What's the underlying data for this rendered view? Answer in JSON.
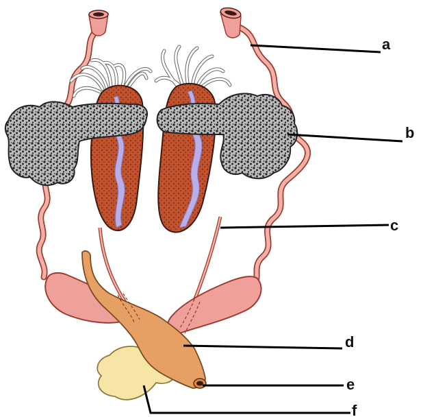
{
  "labels": {
    "a": "a",
    "b": "b",
    "c": "c",
    "d": "d",
    "e": "e",
    "f": "f"
  },
  "colors": {
    "testis_fill": "#c2522e",
    "testis_channel": "#b9aee6",
    "fat_body": "#8a8a8a",
    "duct_fill": "#f2b0a6",
    "duct_stroke": "#9e3a2e",
    "vesicle_fill": "#f0a09a",
    "urethra_fill": "#e7a064",
    "bulb_fill": "#f7e5a6",
    "tubules_stroke": "#666666"
  }
}
